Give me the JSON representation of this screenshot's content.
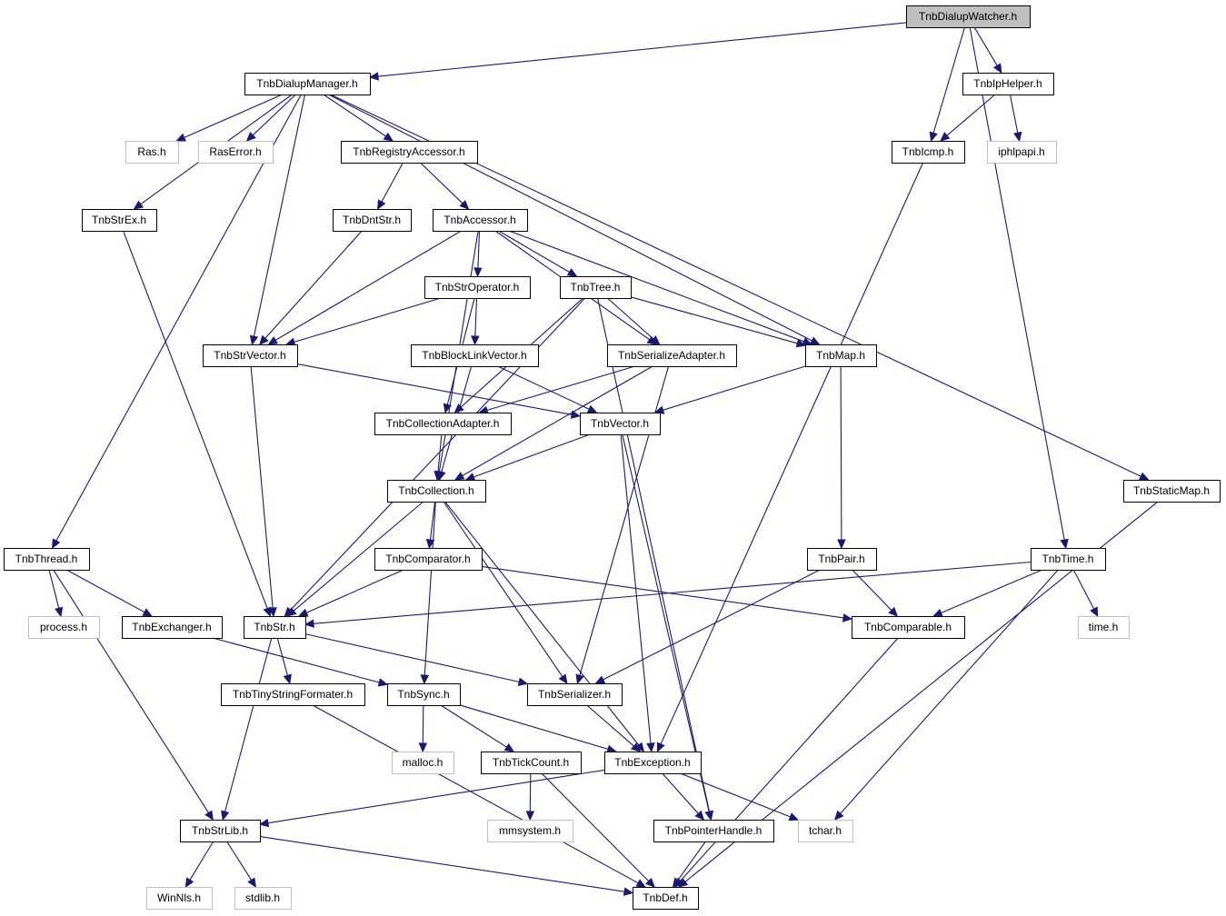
{
  "nodes": [
    {
      "id": "TnbDialupWatcher",
      "label": "TnbDialupWatcher.h",
      "type": "root"
    },
    {
      "id": "TnbDialupManager",
      "label": "TnbDialupManager.h",
      "type": "local"
    },
    {
      "id": "TnbIpHelper",
      "label": "TnbIpHelper.h",
      "type": "local"
    },
    {
      "id": "TnbIcmp",
      "label": "TnbIcmp.h",
      "type": "local"
    },
    {
      "id": "iphlpapi",
      "label": "iphlpapi.h",
      "type": "system"
    },
    {
      "id": "Ras",
      "label": "Ras.h",
      "type": "system"
    },
    {
      "id": "RasError",
      "label": "RasError.h",
      "type": "system"
    },
    {
      "id": "TnbRegistryAccessor",
      "label": "TnbRegistryAccessor.h",
      "type": "local"
    },
    {
      "id": "TnbStrEx",
      "label": "TnbStrEx.h",
      "type": "local"
    },
    {
      "id": "TnbDntStr",
      "label": "TnbDntStr.h",
      "type": "local"
    },
    {
      "id": "TnbAccessor",
      "label": "TnbAccessor.h",
      "type": "local"
    },
    {
      "id": "TnbStrOperator",
      "label": "TnbStrOperator.h",
      "type": "local"
    },
    {
      "id": "TnbTree",
      "label": "TnbTree.h",
      "type": "local"
    },
    {
      "id": "TnbStrVector",
      "label": "TnbStrVector.h",
      "type": "local"
    },
    {
      "id": "TnbBlockLinkVector",
      "label": "TnbBlockLinkVector.h",
      "type": "local"
    },
    {
      "id": "TnbSerializeAdapter",
      "label": "TnbSerializeAdapter.h",
      "type": "local"
    },
    {
      "id": "TnbMap",
      "label": "TnbMap.h",
      "type": "local"
    },
    {
      "id": "TnbCollectionAdapter",
      "label": "TnbCollectionAdapter.h",
      "type": "local"
    },
    {
      "id": "TnbVector",
      "label": "TnbVector.h",
      "type": "local"
    },
    {
      "id": "TnbCollection",
      "label": "TnbCollection.h",
      "type": "local"
    },
    {
      "id": "TnbStaticMap",
      "label": "TnbStaticMap.h",
      "type": "local"
    },
    {
      "id": "TnbThread",
      "label": "TnbThread.h",
      "type": "local"
    },
    {
      "id": "TnbComparator",
      "label": "TnbComparator.h",
      "type": "local"
    },
    {
      "id": "TnbPair",
      "label": "TnbPair.h",
      "type": "local"
    },
    {
      "id": "TnbTime",
      "label": "TnbTime.h",
      "type": "local"
    },
    {
      "id": "process",
      "label": "process.h",
      "type": "system"
    },
    {
      "id": "TnbExchanger",
      "label": "TnbExchanger.h",
      "type": "local"
    },
    {
      "id": "TnbStr",
      "label": "TnbStr.h",
      "type": "local"
    },
    {
      "id": "TnbComparable",
      "label": "TnbComparable.h",
      "type": "local"
    },
    {
      "id": "time",
      "label": "time.h",
      "type": "system"
    },
    {
      "id": "TnbTinyStringFormater",
      "label": "TnbTinyStringFormater.h",
      "type": "local"
    },
    {
      "id": "TnbSync",
      "label": "TnbSync.h",
      "type": "local"
    },
    {
      "id": "TnbSerializer",
      "label": "TnbSerializer.h",
      "type": "local"
    },
    {
      "id": "malloc",
      "label": "malloc.h",
      "type": "system"
    },
    {
      "id": "TnbTickCount",
      "label": "TnbTickCount.h",
      "type": "local"
    },
    {
      "id": "TnbException",
      "label": "TnbException.h",
      "type": "local"
    },
    {
      "id": "TnbStrLib",
      "label": "TnbStrLib.h",
      "type": "local"
    },
    {
      "id": "mmsystem",
      "label": "mmsystem.h",
      "type": "system"
    },
    {
      "id": "TnbPointerHandle",
      "label": "TnbPointerHandle.h",
      "type": "local"
    },
    {
      "id": "tchar",
      "label": "tchar.h",
      "type": "system"
    },
    {
      "id": "WinNls",
      "label": "WinNls.h",
      "type": "system"
    },
    {
      "id": "stdlib",
      "label": "stdlib.h",
      "type": "system"
    },
    {
      "id": "TnbDef",
      "label": "TnbDef.h",
      "type": "local"
    }
  ],
  "edges": [
    [
      "TnbDialupWatcher",
      "TnbDialupManager"
    ],
    [
      "TnbDialupWatcher",
      "TnbIpHelper"
    ],
    [
      "TnbDialupWatcher",
      "TnbIcmp"
    ],
    [
      "TnbDialupWatcher",
      "TnbTime"
    ],
    [
      "TnbIpHelper",
      "TnbIcmp"
    ],
    [
      "TnbIpHelper",
      "iphlpapi"
    ],
    [
      "TnbIcmp",
      "TnbException"
    ],
    [
      "TnbDialupManager",
      "Ras"
    ],
    [
      "TnbDialupManager",
      "RasError"
    ],
    [
      "TnbDialupManager",
      "TnbRegistryAccessor"
    ],
    [
      "TnbDialupManager",
      "TnbStrEx"
    ],
    [
      "TnbDialupManager",
      "TnbThread"
    ],
    [
      "TnbDialupManager",
      "TnbStrVector"
    ],
    [
      "TnbDialupManager",
      "TnbMap"
    ],
    [
      "TnbDialupManager",
      "TnbStaticMap"
    ],
    [
      "TnbRegistryAccessor",
      "TnbDntStr"
    ],
    [
      "TnbRegistryAccessor",
      "TnbAccessor"
    ],
    [
      "TnbDntStr",
      "TnbStrVector"
    ],
    [
      "TnbAccessor",
      "TnbStrOperator"
    ],
    [
      "TnbAccessor",
      "TnbTree"
    ],
    [
      "TnbAccessor",
      "TnbStrVector"
    ],
    [
      "TnbAccessor",
      "TnbSerializeAdapter"
    ],
    [
      "TnbAccessor",
      "TnbMap"
    ],
    [
      "TnbAccessor",
      "TnbCollection"
    ],
    [
      "TnbStrOperator",
      "TnbStrVector"
    ],
    [
      "TnbStrOperator",
      "TnbBlockLinkVector"
    ],
    [
      "TnbStrOperator",
      "TnbCollectionAdapter"
    ],
    [
      "TnbTree",
      "TnbSerializeAdapter"
    ],
    [
      "TnbTree",
      "TnbMap"
    ],
    [
      "TnbTree",
      "TnbCollectionAdapter"
    ],
    [
      "TnbTree",
      "TnbStr"
    ],
    [
      "TnbTree",
      "TnbPointerHandle"
    ],
    [
      "TnbStrEx",
      "TnbStr"
    ],
    [
      "TnbStrVector",
      "TnbVector"
    ],
    [
      "TnbStrVector",
      "TnbStr"
    ],
    [
      "TnbBlockLinkVector",
      "TnbVector"
    ],
    [
      "TnbBlockLinkVector",
      "TnbCollection"
    ],
    [
      "TnbSerializeAdapter",
      "TnbCollectionAdapter"
    ],
    [
      "TnbSerializeAdapter",
      "TnbCollection"
    ],
    [
      "TnbSerializeAdapter",
      "TnbSerializer"
    ],
    [
      "TnbMap",
      "TnbVector"
    ],
    [
      "TnbMap",
      "TnbPair"
    ],
    [
      "TnbCollectionAdapter",
      "TnbCollection"
    ],
    [
      "TnbVector",
      "TnbCollection"
    ],
    [
      "TnbVector",
      "TnbException"
    ],
    [
      "TnbVector",
      "TnbPointerHandle"
    ],
    [
      "TnbCollection",
      "TnbComparator"
    ],
    [
      "TnbCollection",
      "TnbStr"
    ],
    [
      "TnbCollection",
      "TnbSync"
    ],
    [
      "TnbCollection",
      "TnbSerializer"
    ],
    [
      "TnbCollection",
      "TnbException"
    ],
    [
      "TnbStaticMap",
      "TnbDef"
    ],
    [
      "TnbThread",
      "process"
    ],
    [
      "TnbThread",
      "TnbExchanger"
    ],
    [
      "TnbThread",
      "TnbStrLib"
    ],
    [
      "TnbComparator",
      "TnbStr"
    ],
    [
      "TnbComparator",
      "TnbComparable"
    ],
    [
      "TnbPair",
      "TnbComparable"
    ],
    [
      "TnbPair",
      "TnbSerializer"
    ],
    [
      "TnbTime",
      "TnbStr"
    ],
    [
      "TnbTime",
      "TnbComparable"
    ],
    [
      "TnbTime",
      "time"
    ],
    [
      "TnbTime",
      "tchar"
    ],
    [
      "TnbExchanger",
      "TnbSync"
    ],
    [
      "TnbStr",
      "TnbTinyStringFormater"
    ],
    [
      "TnbStr",
      "TnbSerializer"
    ],
    [
      "TnbStr",
      "TnbStrLib"
    ],
    [
      "TnbComparable",
      "TnbDef"
    ],
    [
      "TnbTinyStringFormater",
      "TnbDef"
    ],
    [
      "TnbSync",
      "malloc"
    ],
    [
      "TnbSync",
      "TnbTickCount"
    ],
    [
      "TnbSync",
      "TnbException"
    ],
    [
      "TnbSerializer",
      "TnbException"
    ],
    [
      "TnbTickCount",
      "mmsystem"
    ],
    [
      "TnbTickCount",
      "TnbDef"
    ],
    [
      "TnbException",
      "TnbStrLib"
    ],
    [
      "TnbException",
      "TnbPointerHandle"
    ],
    [
      "TnbException",
      "tchar"
    ],
    [
      "TnbStrLib",
      "WinNls"
    ],
    [
      "TnbStrLib",
      "stdlib"
    ],
    [
      "TnbStrLib",
      "TnbDef"
    ],
    [
      "TnbPointerHandle",
      "TnbDef"
    ]
  ]
}
